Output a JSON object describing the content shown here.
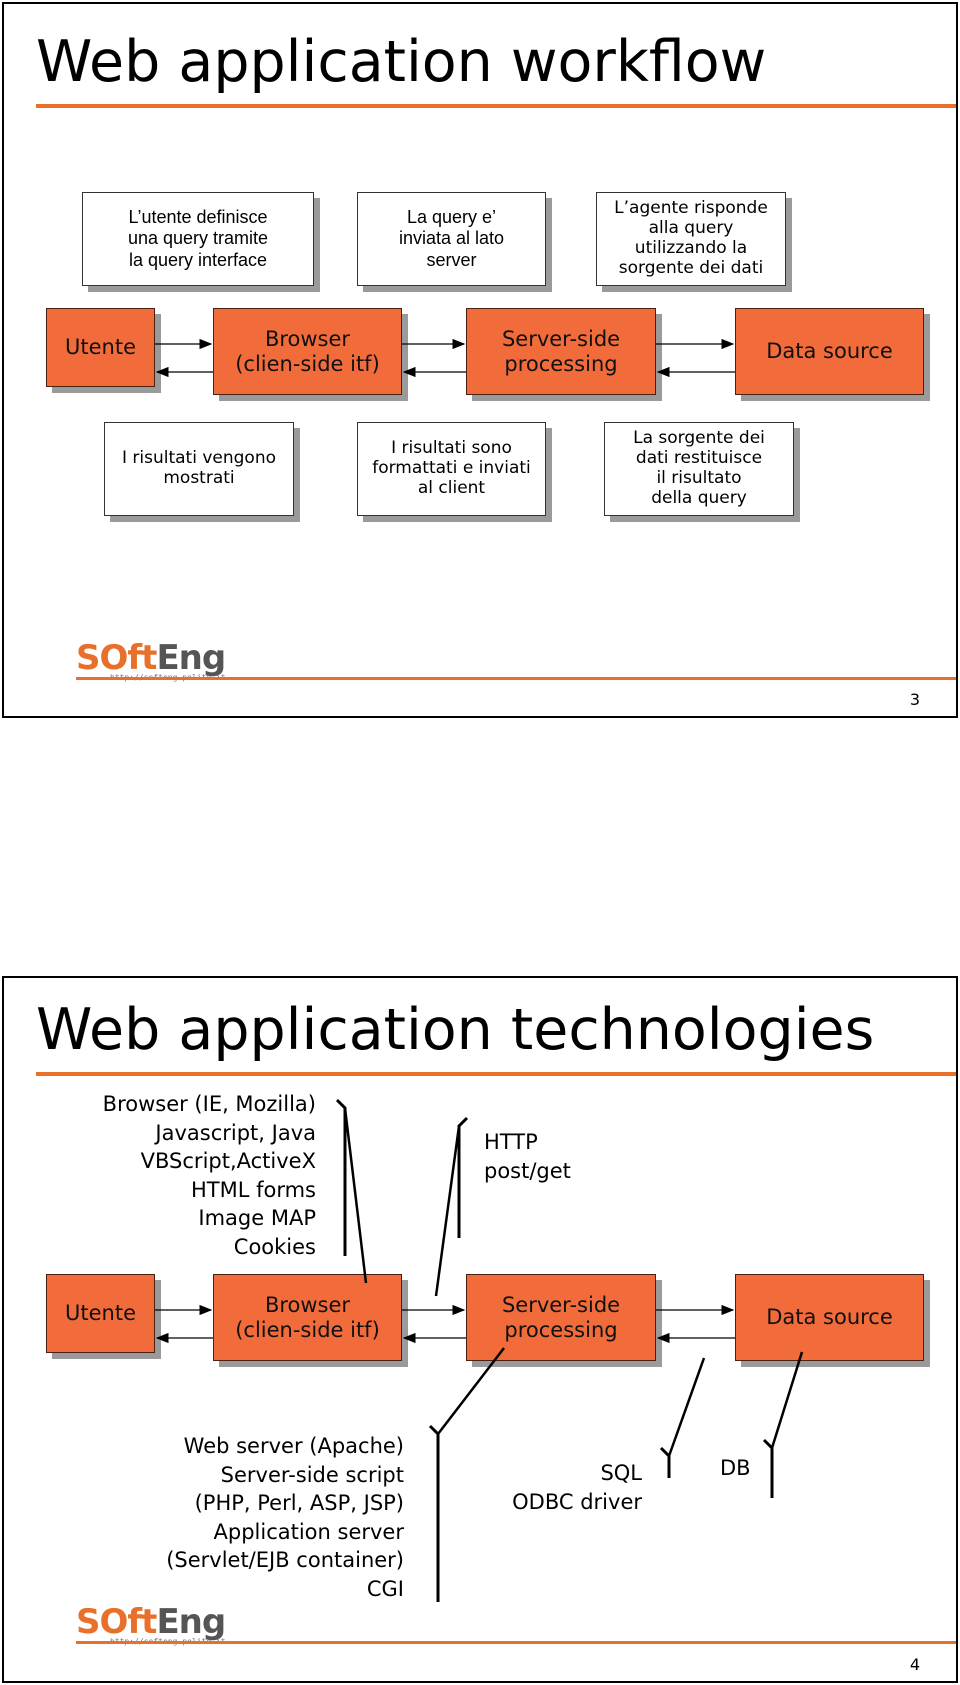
{
  "slide3": {
    "title": "Web application workflow",
    "page_number": "3",
    "notes_top": {
      "user_query": "L’utente definisce\nuna query tramite\nla query interface",
      "query_sent": "La query e’\ninviata al lato\nserver",
      "agent_responds": "L’agente risponde\nalla query\nutilizzando la\nsorgente dei dati"
    },
    "process": {
      "utente": "Utente",
      "browser": "Browser\n(clien-side itf)",
      "server": "Server-side\nprocessing",
      "datasource": "Data source"
    },
    "notes_bottom": {
      "results_shown": "I risultati vengono\nmostrati",
      "results_formatted": "I risultati sono\nformattati e inviati\nal client",
      "source_returns": "La sorgente dei\ndati restituisce\nil risultato\ndella query"
    }
  },
  "slide4": {
    "title": "Web application technologies",
    "page_number": "4",
    "client_tech": "Browser (IE, Mozilla)\nJavascript, Java\nVBScript,ActiveX\nHTML forms\nImage MAP\nCookies",
    "protocol": "HTTP\npost/get",
    "process": {
      "utente": "Utente",
      "browser": "Browser\n(clien-side itf)",
      "server": "Server-side\nprocessing",
      "datasource": "Data source"
    },
    "server_tech": "Web server (Apache)\nServer-side script\n(PHP, Perl, ASP, JSP)\nApplication server\n(Servlet/EJB container)\nCGI",
    "db_access": "SQL\nODBC driver",
    "db": "DB"
  },
  "logo": {
    "part1": "SOft",
    "part2": "Eng",
    "url": "http://softeng.polito.it"
  },
  "colors": {
    "accent": "#e8702a",
    "process_fill": "#f26b3a",
    "shadow": "#9a9a9a"
  }
}
